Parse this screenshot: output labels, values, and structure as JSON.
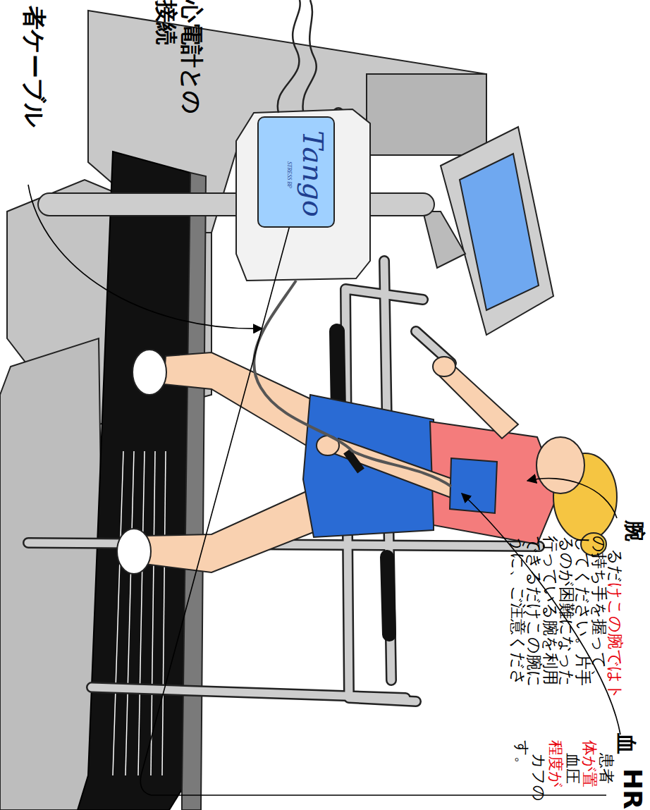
{
  "diagram": {
    "nodes": [
      {
        "text": [
          "Tango",
          "STRESS BP"
        ]
      }
    ],
    "labels": [
      "心電計との接続",
      "者ケーブル",
      "腕",
      "るだけこの腕ではト の持ち手を握って、 してください。片手 るのが困難になった 行っている腕を利用 できるだけこの腕に うに、ご注意くださ",
      "血",
      "患者 体が置 血圧 程度が カフの す。",
      "HR"
    ]
  }
}
